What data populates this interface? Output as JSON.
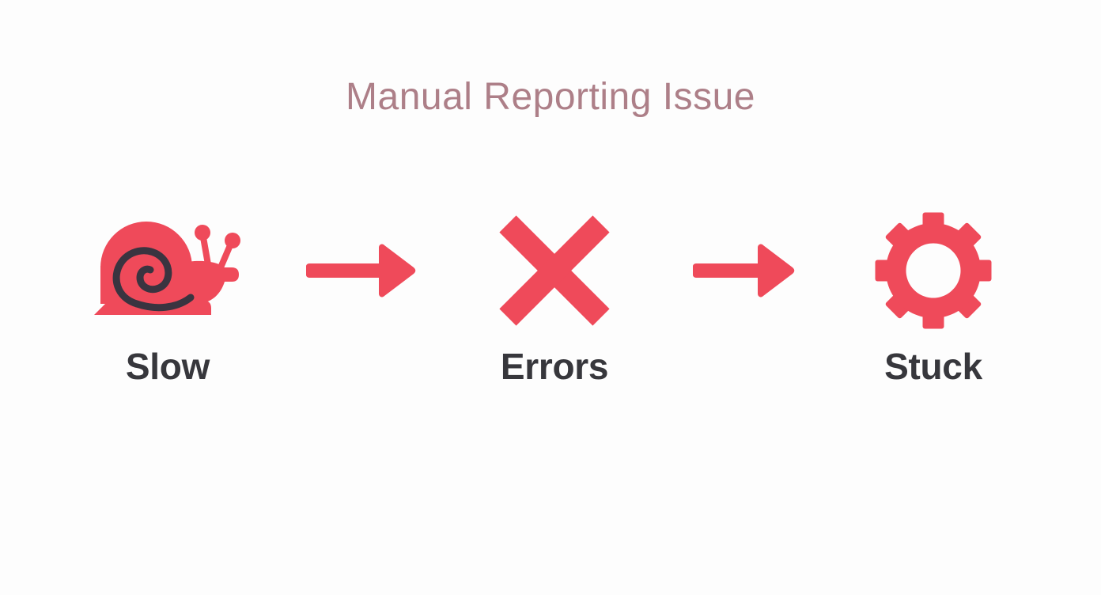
{
  "page": {
    "background_color": "#fdfdfd",
    "accent_color": "#ef4a5a",
    "title_color": "#ad7f88",
    "label_color": "#37373c",
    "detail_color": "#3a3440"
  },
  "header": {
    "title": "Manual Reporting Issue"
  },
  "flow": {
    "stages": [
      {
        "id": "slow",
        "label": "Slow",
        "icon": "snail-icon"
      },
      {
        "id": "errors",
        "label": "Errors",
        "icon": "cross-x-icon"
      },
      {
        "id": "stuck",
        "label": "Stuck",
        "icon": "gear-icon"
      }
    ],
    "connectors": [
      {
        "id": "arrow-1",
        "icon": "arrow-right-icon"
      },
      {
        "id": "arrow-2",
        "icon": "arrow-right-icon"
      }
    ]
  }
}
